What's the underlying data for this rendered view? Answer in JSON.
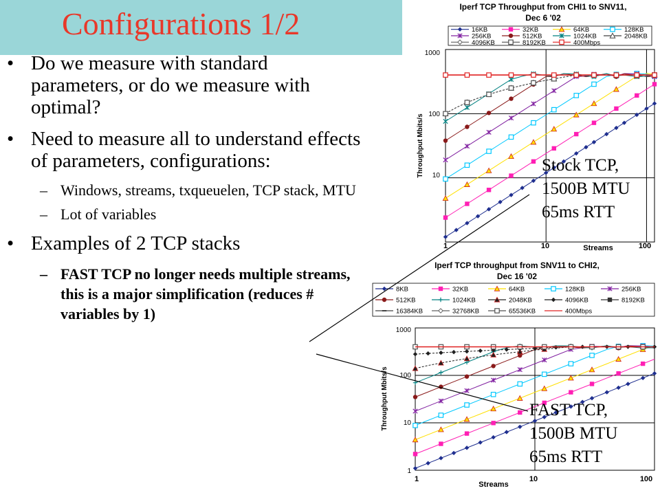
{
  "slide": {
    "title": "Configurations 1/2",
    "bullets": [
      {
        "text": "Do we measure with standard parameters, or do we measure with optimal?"
      },
      {
        "text": "Need to measure all to understand effects of parameters, configurations:",
        "sub": [
          {
            "text": "Windows, streams, txqueuelen, TCP stack, MTU"
          },
          {
            "text": "Lot of variables"
          }
        ]
      },
      {
        "text": "Examples of 2 TCP stacks",
        "sub": [
          {
            "text": "FAST TCP no longer needs multiple streams, this is a major simplification (reduces # variables by 1)",
            "bold": true
          }
        ]
      }
    ],
    "annotations": {
      "stock": [
        "Stock TCP,",
        "1500B MTU",
        "65ms RTT"
      ],
      "fast": [
        "FAST TCP,",
        "1500B MTU",
        "65ms RTT"
      ]
    }
  },
  "chart_data": [
    {
      "type": "line",
      "title": "Iperf TCP Throughput from CHI1 to SNV11, Dec 6 '02",
      "xlabel": "Streams",
      "ylabel": "Throughput Mbits/s",
      "x_scale": "log",
      "y_scale": "log",
      "xlim": [
        1,
        120
      ],
      "ylim": [
        1,
        1000
      ],
      "x_ticks": [
        "1",
        "10",
        "100"
      ],
      "y_ticks": [
        "1000",
        "100",
        "10"
      ],
      "grid": true,
      "legend_placement": "top",
      "x": [
        1,
        1.28,
        1.64,
        2.1,
        2.7,
        3.5,
        4.5,
        5.8,
        7.5,
        10,
        12,
        15,
        20,
        25,
        30,
        40,
        50,
        60,
        80,
        100,
        120
      ],
      "series": [
        {
          "name": "16KB",
          "color": "#1f2f8f",
          "marker": "diamond",
          "base": 1.2
        },
        {
          "name": "32KB",
          "color": "#ff1fb4",
          "marker": "square",
          "base": 2.4
        },
        {
          "name": "64KB",
          "color": "#ffe000",
          "marker": "triangle",
          "base": 4.8
        },
        {
          "name": "128KB",
          "color": "#00c8ff",
          "marker": "square-open",
          "base": 9.6
        },
        {
          "name": "256KB",
          "color": "#8020a0",
          "marker": "star",
          "base": 19
        },
        {
          "name": "512KB",
          "color": "#8a1a1a",
          "marker": "circle",
          "base": 38
        },
        {
          "name": "1024KB",
          "color": "#008080",
          "marker": "x",
          "base": 76
        },
        {
          "name": "2048KB",
          "color": "#404040",
          "marker": "triangle-open",
          "base": 100
        },
        {
          "name": "4096KB",
          "color": "#606060",
          "marker": "diamond-open",
          "base": 100
        },
        {
          "name": "8192KB",
          "color": "#505050",
          "marker": "square-open",
          "base": 100
        },
        {
          "name": "400Mbps",
          "color": "#e02020",
          "marker": "square-open",
          "base": 400
        }
      ],
      "cap": 400
    },
    {
      "type": "line",
      "title": "Iperf TCP throughput from SNV11 to CHI2, Dec 16 '02",
      "xlabel": "Streams",
      "ylabel": "Throughput Mbits/s",
      "x_scale": "log",
      "y_scale": "log",
      "xlim": [
        1,
        100
      ],
      "ylim": [
        1,
        1000
      ],
      "x_ticks": [
        "1",
        "10",
        "100"
      ],
      "y_ticks": [
        "1000",
        "100",
        "10",
        "1"
      ],
      "grid": true,
      "legend_placement": "top",
      "x": [
        1,
        1.28,
        1.64,
        2.1,
        2.7,
        3.5,
        4.5,
        5.8,
        7.5,
        10,
        12,
        15,
        20,
        25,
        30,
        40,
        50,
        60,
        80,
        100
      ],
      "series": [
        {
          "name": "8KB",
          "color": "#1f2f8f",
          "marker": "diamond",
          "base": 1.1
        },
        {
          "name": "32KB",
          "color": "#ff1fb4",
          "marker": "square",
          "base": 2.2
        },
        {
          "name": "64KB",
          "color": "#ffe000",
          "marker": "triangle",
          "base": 4.4
        },
        {
          "name": "128KB",
          "color": "#00c8ff",
          "marker": "square-open",
          "base": 8.8
        },
        {
          "name": "256KB",
          "color": "#8020a0",
          "marker": "star",
          "base": 17.6
        },
        {
          "name": "512KB",
          "color": "#8a1a1a",
          "marker": "circle",
          "base": 35
        },
        {
          "name": "1024KB",
          "color": "#008080",
          "marker": "plus",
          "base": 70
        },
        {
          "name": "2048KB",
          "color": "#202020",
          "marker": "triangle",
          "base": 140
        },
        {
          "name": "4096KB",
          "color": "#202020",
          "marker": "diamond",
          "base": 280
        },
        {
          "name": "8192KB",
          "color": "#303030",
          "marker": "square",
          "base": 600
        },
        {
          "name": "16384KB",
          "color": "#404040",
          "marker": "dash",
          "base": 700
        },
        {
          "name": "32768KB",
          "color": "#606060",
          "marker": "diamond-open",
          "base": 750
        },
        {
          "name": "65536KB",
          "color": "#505050",
          "marker": "square-open",
          "base": 800
        },
        {
          "name": "400Mbps",
          "color": "#e02020",
          "marker": "none",
          "base": 400
        }
      ],
      "cap": 400
    }
  ]
}
